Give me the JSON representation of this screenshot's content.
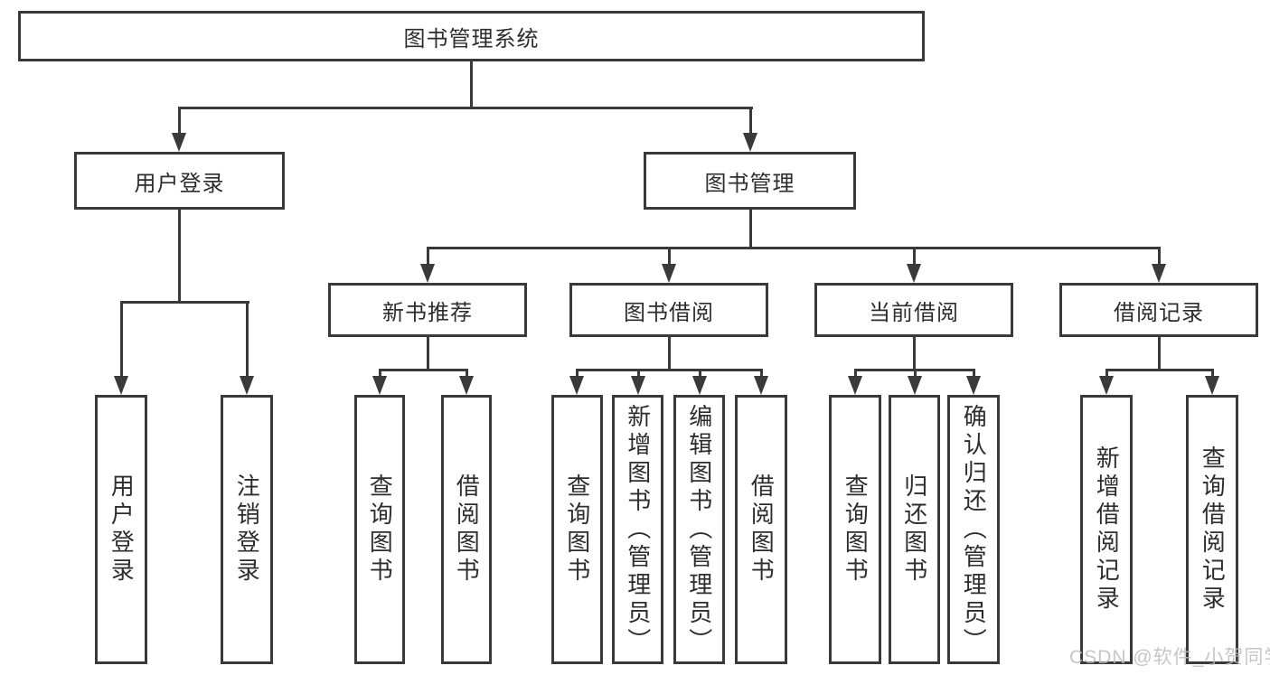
{
  "diagram": {
    "root": {
      "label": "图书管理系统"
    },
    "branches": [
      {
        "label": "用户登录",
        "children": [
          {
            "label": "用户登录"
          },
          {
            "label": "注销登录"
          }
        ]
      },
      {
        "label": "图书管理",
        "children": [
          {
            "label": "新书推荐",
            "children": [
              {
                "label": "查询图书"
              },
              {
                "label": "借阅图书"
              }
            ]
          },
          {
            "label": "图书借阅",
            "children": [
              {
                "label": "查询图书"
              },
              {
                "label": "新增图书（管理员）"
              },
              {
                "label": "编辑图书（管理员）"
              },
              {
                "label": "借阅图书"
              }
            ]
          },
          {
            "label": "当前借阅",
            "children": [
              {
                "label": "查询图书"
              },
              {
                "label": "归还图书"
              },
              {
                "label": "确认归还（管理员）"
              }
            ]
          },
          {
            "label": "借阅记录",
            "children": [
              {
                "label": "新增借阅记录"
              },
              {
                "label": "查询借阅记录"
              }
            ]
          }
        ]
      }
    ],
    "watermark": "CSDN @软件_小贺同学",
    "colors": {
      "line": "#3a3a3a",
      "text": "#2d2d2d",
      "watermark": "#bdbdbd",
      "background": "#ffffff"
    }
  }
}
